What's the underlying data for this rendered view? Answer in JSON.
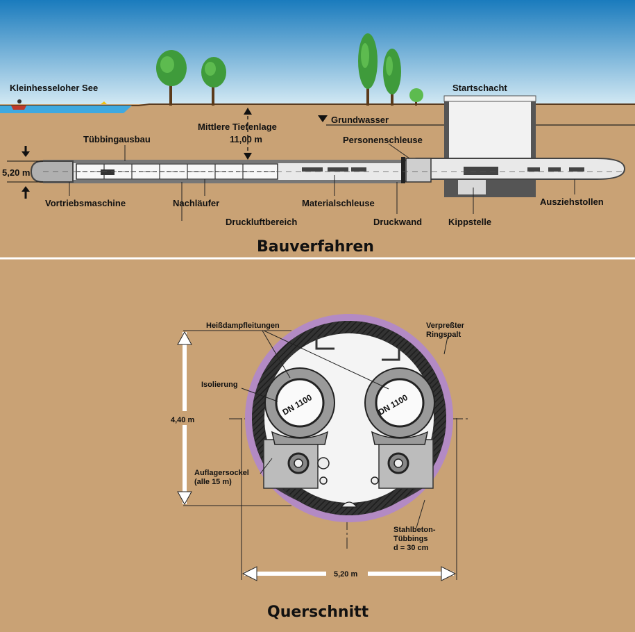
{
  "top": {
    "title": "Bauverfahren",
    "labels": {
      "lake": "Kleinhesseloher See",
      "start_shaft": "Startschacht",
      "depth_label_1": "Mittlere Tiefenlage",
      "depth_label_2": "11,00 m",
      "groundwater": "Grundwasser",
      "segment_lining": "Tübbingausbau",
      "personnel_lock": "Personenschleuse",
      "diameter": "5,20 m",
      "tbm": "Vortriebsmaschine",
      "backup": "Nachläufer",
      "material_lock": "Materialschleuse",
      "pull_tunnel": "Ausziehstollen",
      "compressed_air": "Druckluftbereich",
      "pressure_wall": "Druckwand",
      "tipping_point": "Kippstelle"
    }
  },
  "bottom": {
    "title": "Querschnitt",
    "labels": {
      "steam_pipes": "Heißdampfleitungen",
      "grouted_1": "Verpreßter",
      "grouted_2": "Ringspalt",
      "insulation": "Isolierung",
      "pipe_left": "DN 1100",
      "pipe_right": "DN 1100",
      "height": "4,40 m",
      "support_1": "Auflagersockel",
      "support_2": "(alle 15 m)",
      "segments_1": "Stahlbeton-",
      "segments_2": "Tübbings",
      "segments_3": "d = 30 cm",
      "width": "5,20 m"
    }
  },
  "colors": {
    "sky": "#1e84c4",
    "soil": "#c9a275",
    "ring": "#b38ac4",
    "concrete": "#2d2d2d",
    "pipe": "#9a9a9a"
  }
}
